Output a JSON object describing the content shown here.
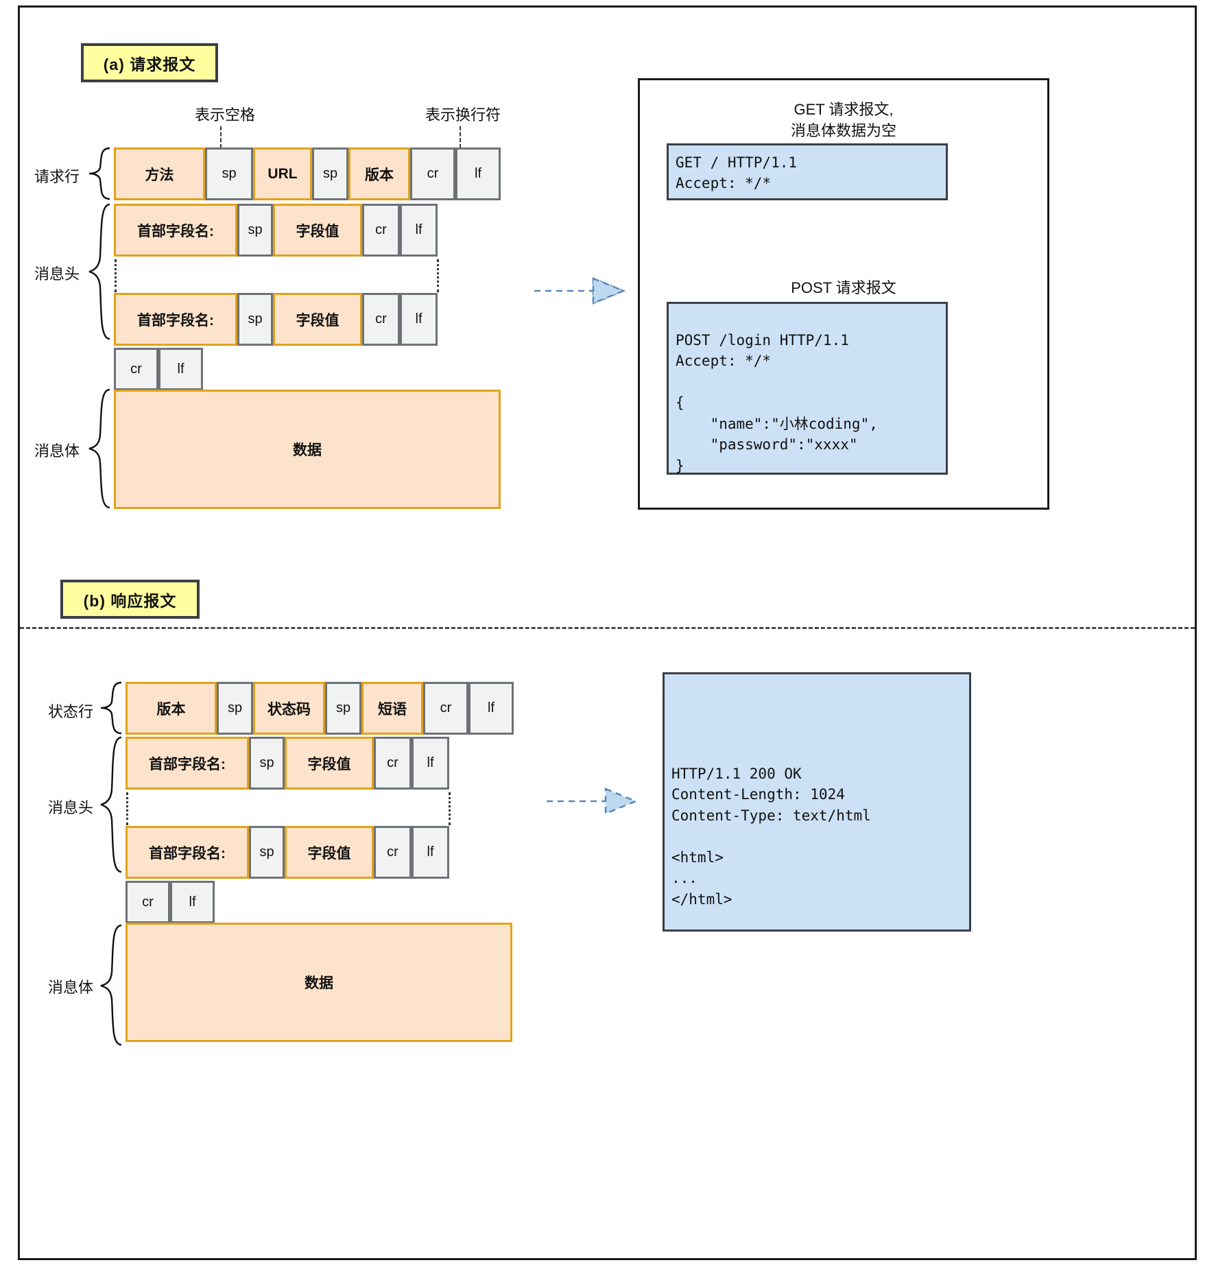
{
  "diagram": {
    "sections": [
      {
        "id": "request",
        "badge": "(a) 请求报文",
        "annotations": [
          {
            "name": "space-annotation",
            "text": "表示空格"
          },
          {
            "name": "newline-annotation",
            "text": "表示换行符"
          }
        ],
        "group_labels": [
          {
            "name": "request-line-label",
            "text": "请求行"
          },
          {
            "name": "message-header-label",
            "text": "消息头"
          },
          {
            "name": "message-body-label",
            "text": "消息体"
          }
        ],
        "rows": [
          {
            "name": "request-line-row",
            "cells": [
              {
                "text": "方法",
                "kind": "orange"
              },
              {
                "text": "sp",
                "kind": "gray"
              },
              {
                "text": "URL",
                "kind": "orange"
              },
              {
                "text": "sp",
                "kind": "gray"
              },
              {
                "text": "版本",
                "kind": "orange"
              },
              {
                "text": "cr",
                "kind": "gray"
              },
              {
                "text": "lf",
                "kind": "gray"
              }
            ]
          },
          {
            "name": "header-row-first",
            "cells": [
              {
                "text": "首部字段名:",
                "kind": "orange"
              },
              {
                "text": "sp",
                "kind": "gray"
              },
              {
                "text": "字段值",
                "kind": "orange"
              },
              {
                "text": "cr",
                "kind": "gray"
              },
              {
                "text": "lf",
                "kind": "gray"
              }
            ]
          },
          {
            "name": "header-row-last",
            "cells": [
              {
                "text": "首部字段名:",
                "kind": "orange"
              },
              {
                "text": "sp",
                "kind": "gray"
              },
              {
                "text": "字段值",
                "kind": "orange"
              },
              {
                "text": "cr",
                "kind": "gray"
              },
              {
                "text": "lf",
                "kind": "gray"
              }
            ]
          },
          {
            "name": "blank-line-row",
            "cells": [
              {
                "text": "cr",
                "kind": "gray"
              },
              {
                "text": "lf",
                "kind": "gray"
              }
            ]
          },
          {
            "name": "body-row",
            "cells": [
              {
                "text": "数据",
                "kind": "orange"
              }
            ]
          }
        ],
        "examples": [
          {
            "name": "get-example",
            "caption": "GET 请求报文,\n消息体数据为空",
            "code": "GET / HTTP/1.1\nAccept: */*"
          },
          {
            "name": "post-example",
            "caption": "POST 请求报文",
            "code": "POST /login HTTP/1.1\nAccept: */*\n\n{\n    \"name\":\"小林coding\",\n    \"password\":\"xxxx\"\n}"
          }
        ]
      },
      {
        "id": "response",
        "badge": "(b) 响应报文",
        "annotations": [],
        "group_labels": [
          {
            "name": "status-line-label",
            "text": "状态行"
          },
          {
            "name": "message-header-label",
            "text": "消息头"
          },
          {
            "name": "message-body-label",
            "text": "消息体"
          }
        ],
        "rows": [
          {
            "name": "status-line-row",
            "cells": [
              {
                "text": "版本",
                "kind": "orange"
              },
              {
                "text": "sp",
                "kind": "gray"
              },
              {
                "text": "状态码",
                "kind": "orange"
              },
              {
                "text": "sp",
                "kind": "gray"
              },
              {
                "text": "短语",
                "kind": "orange"
              },
              {
                "text": "cr",
                "kind": "gray"
              },
              {
                "text": "lf",
                "kind": "gray"
              }
            ]
          },
          {
            "name": "header-row-first",
            "cells": [
              {
                "text": "首部字段名:",
                "kind": "orange"
              },
              {
                "text": "sp",
                "kind": "gray"
              },
              {
                "text": "字段值",
                "kind": "orange"
              },
              {
                "text": "cr",
                "kind": "gray"
              },
              {
                "text": "lf",
                "kind": "gray"
              }
            ]
          },
          {
            "name": "header-row-last",
            "cells": [
              {
                "text": "首部字段名:",
                "kind": "orange"
              },
              {
                "text": "sp",
                "kind": "gray"
              },
              {
                "text": "字段值",
                "kind": "orange"
              },
              {
                "text": "cr",
                "kind": "gray"
              },
              {
                "text": "lf",
                "kind": "gray"
              }
            ]
          },
          {
            "name": "blank-line-row",
            "cells": [
              {
                "text": "cr",
                "kind": "gray"
              },
              {
                "text": "lf",
                "kind": "gray"
              }
            ]
          },
          {
            "name": "body-row",
            "cells": [
              {
                "text": "数据",
                "kind": "orange"
              }
            ]
          }
        ],
        "examples": [
          {
            "name": "response-example",
            "caption": "",
            "code": "HTTP/1.1 200 OK\nContent-Length: 1024\nContent-Type: text/html\n\n<html>\n...\n</html>"
          }
        ]
      }
    ],
    "colors": {
      "orange_fill": "#fde3cb",
      "orange_border": "#e0a21b",
      "gray_fill": "#f1f2f2",
      "gray_border": "#6e7175",
      "badge_fill": "#ffffa0",
      "badge_border": "#3b3f46",
      "code_fill": "#cce1f5",
      "code_border": "#3b3f46",
      "arrow_fill": "#bcd9f0",
      "frame": "#1a1a1a"
    }
  }
}
